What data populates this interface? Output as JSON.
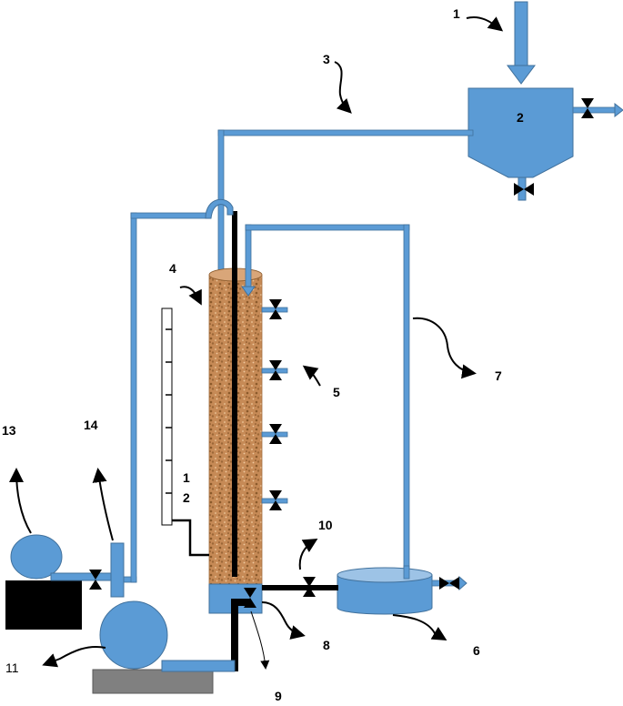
{
  "labels": {
    "feed_inlet": "1",
    "feed_tank": "2",
    "feed_line": "3",
    "column": "4",
    "sampling_ports": "5",
    "effluent_tank": "6",
    "effluent_line": "7",
    "bottom_valve": "8",
    "bottom_line": "9",
    "drain_valve": "10",
    "pump_bottom": "11",
    "scale_mark_1": "1",
    "scale_mark_2": "2",
    "pump_left": "13",
    "flow_meter": "14"
  },
  "colors": {
    "equipment_blue": "#5b9bd5",
    "outline_blue": "#41719c",
    "packing_brown": "#c68a56",
    "valve_black": "#000000"
  },
  "icons": {
    "valve": "bowtie-valve-icon",
    "pump": "centrifugal-pump-icon",
    "arrow": "flow-arrow-icon"
  }
}
